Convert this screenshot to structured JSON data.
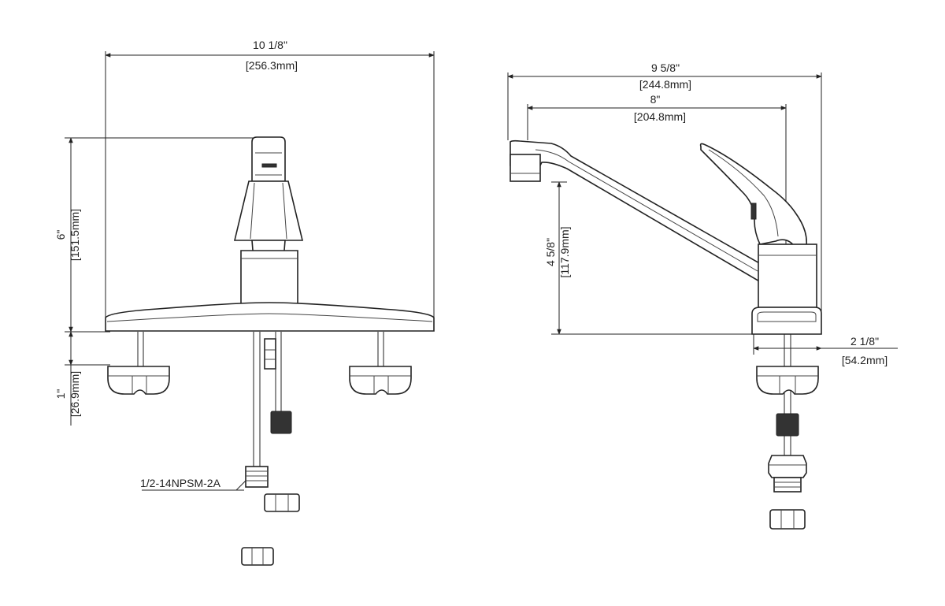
{
  "front_view": {
    "width_in": "10 1/8\"",
    "width_mm": "[256.3mm]",
    "height_in": "6\"",
    "height_mm": "[151.5mm]",
    "shank_in": "1\"",
    "shank_mm": "[26.9mm]",
    "thread_label": "1/2-14NPSM-2A"
  },
  "side_view": {
    "reach_in": "9 5/8\"",
    "reach_mm": "[244.8mm]",
    "spout_in": "8\"",
    "spout_mm": "[204.8mm]",
    "height_in": "4 5/8\"",
    "height_mm": "[117.9mm]",
    "base_in": "2 1/8\"",
    "base_mm": "[54.2mm]"
  }
}
